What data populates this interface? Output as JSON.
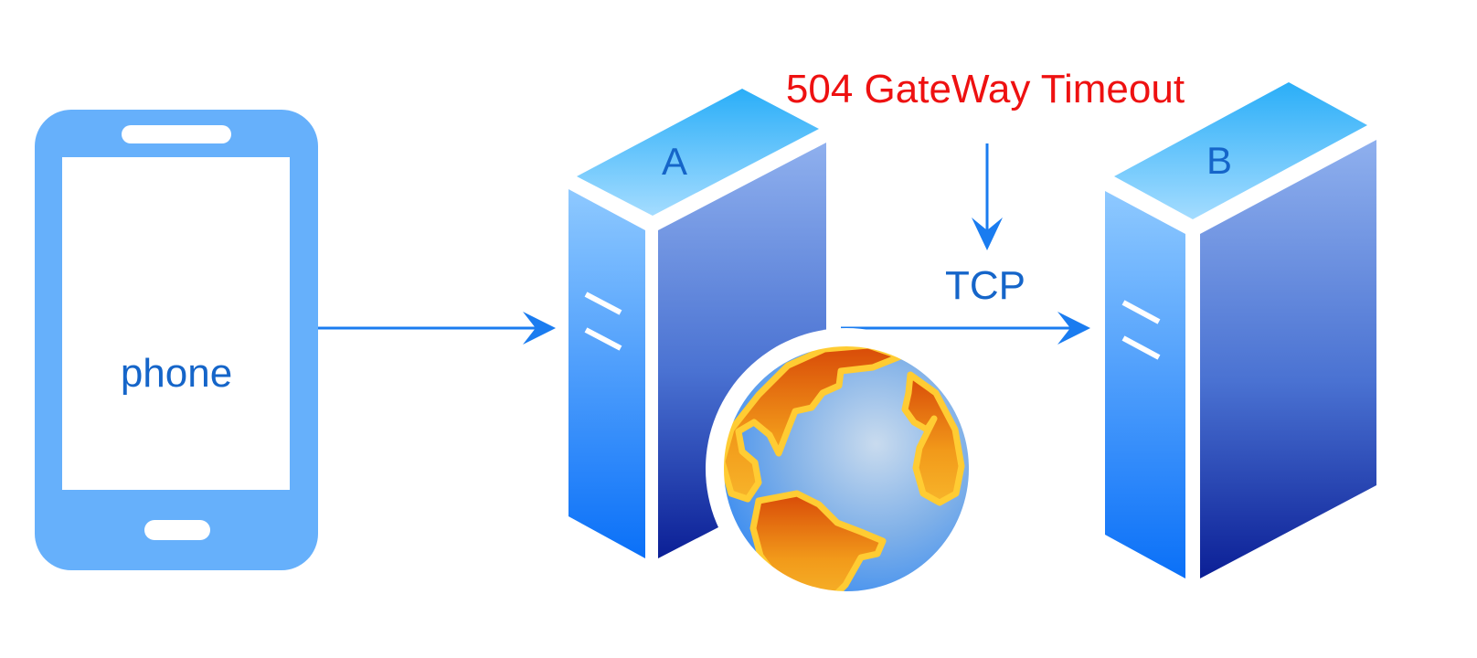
{
  "diagram": {
    "phone_label": "phone",
    "server_a_label": "A",
    "server_b_label": "B",
    "error_label": "504 GateWay Timeout",
    "protocol_label": "TCP"
  },
  "colors": {
    "phone": "#66b0fb",
    "arrow": "#1a7cf0",
    "label": "#1565c9",
    "error": "#ee1111",
    "server_top_light": "#a4dcff",
    "server_top_dark": "#2aaef8",
    "server_front_light": "#8ec9ff",
    "server_front_dark": "#0a70f8",
    "server_side_light": "#8fb0ee",
    "server_side_dark": "#0b1f96",
    "globe_ocean": "#6aa3ea",
    "globe_land": "#f0a020",
    "globe_outline": "#ffcc33"
  },
  "icons": [
    "phone-icon",
    "server-a-icon",
    "server-b-icon",
    "globe-icon",
    "arrow-icon"
  ]
}
